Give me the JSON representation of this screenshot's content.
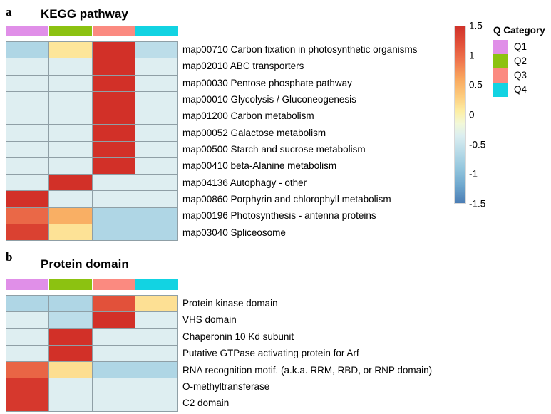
{
  "figure": {
    "panels": [
      {
        "letter": "a",
        "title": "KEGG pathway",
        "columns": [
          "Q1",
          "Q2",
          "Q3",
          "Q4"
        ],
        "rows": [
          {
            "label": "map00710 Carbon fixation in photosynthetic organisms",
            "values": [
              -0.85,
              0.35,
              1.45,
              -0.8
            ]
          },
          {
            "label": "map02010 ABC transporters",
            "values": [
              -0.45,
              -0.45,
              1.45,
              -0.45
            ]
          },
          {
            "label": "map00030 Pentose phosphate pathway",
            "values": [
              -0.45,
              -0.45,
              1.45,
              -0.45
            ]
          },
          {
            "label": "map00010 Glycolysis / Gluconeogenesis",
            "values": [
              -0.45,
              -0.45,
              1.45,
              -0.45
            ]
          },
          {
            "label": "map01200 Carbon metabolism",
            "values": [
              -0.45,
              -0.45,
              1.45,
              -0.45
            ]
          },
          {
            "label": "map00052 Galactose metabolism",
            "values": [
              -0.45,
              -0.45,
              1.45,
              -0.45
            ]
          },
          {
            "label": "map00500 Starch and sucrose metabolism",
            "values": [
              -0.45,
              -0.45,
              1.45,
              -0.45
            ]
          },
          {
            "label": "map00410 beta-Alanine metabolism",
            "values": [
              -0.45,
              -0.45,
              1.45,
              -0.45
            ]
          },
          {
            "label": "map04136 Autophagy - other",
            "values": [
              -0.45,
              1.45,
              -0.45,
              -0.45
            ]
          },
          {
            "label": "map00860 Porphyrin and chlorophyll metabolism",
            "values": [
              1.45,
              -0.45,
              -0.45,
              -0.45
            ]
          },
          {
            "label": "map00196 Photosynthesis - antenna proteins",
            "values": [
              1.1,
              0.72,
              -0.85,
              -0.85
            ]
          },
          {
            "label": "map03040 Spliceosome",
            "values": [
              1.35,
              0.4,
              -0.85,
              -0.85
            ]
          }
        ]
      },
      {
        "letter": "b",
        "title": "Protein domain",
        "columns": [
          "Q1",
          "Q2",
          "Q3",
          "Q4"
        ],
        "rows": [
          {
            "label": "Protein kinase domain",
            "values": [
              -0.85,
              -0.85,
              1.25,
              0.42
            ]
          },
          {
            "label": "VHS domain",
            "values": [
              -0.45,
              -0.8,
              1.45,
              -0.45
            ]
          },
          {
            "label": "Chaperonin 10 Kd subunit",
            "values": [
              -0.45,
              1.45,
              -0.45,
              -0.45
            ]
          },
          {
            "label": "Putative GTPase activating protein for Arf",
            "values": [
              -0.45,
              1.45,
              -0.45,
              -0.45
            ]
          },
          {
            "label": "RNA recognition motif. (a.k.a. RRM, RBD, or RNP domain)",
            "values": [
              1.12,
              0.45,
              -0.85,
              -0.85
            ]
          },
          {
            "label": "O-methyltransferase",
            "values": [
              1.4,
              -0.45,
              -0.45,
              -0.45
            ]
          },
          {
            "label": "C2 domain",
            "values": [
              1.4,
              -0.45,
              -0.45,
              -0.45
            ]
          }
        ]
      }
    ]
  },
  "colorbar": {
    "min": -1.5,
    "max": 1.5,
    "ticks": [
      "1.5",
      "1",
      "0.5",
      "0",
      "-0.5",
      "-1",
      "-1.5"
    ],
    "tick_values": [
      1.5,
      1,
      0.5,
      0,
      -0.5,
      -1,
      -1.5
    ]
  },
  "category_legend": {
    "title": "Q Category",
    "items": [
      {
        "label": "Q1",
        "color": "#e08fe8"
      },
      {
        "label": "Q2",
        "color": "#8cc211"
      },
      {
        "label": "Q3",
        "color": "#fa8униц"
      },
      {
        "label": "Q4",
        "color": "#10d2e0"
      }
    ]
  },
  "palette": {
    "q1": "#e08fe8",
    "q2": "#8cc211",
    "q3": "#fb8a80",
    "q4": "#12d3e2",
    "grid_line": "#8f9fa6"
  },
  "chart_data": {
    "type": "heatmap",
    "title": "KEGG pathway and Protein domain enrichment heatmaps",
    "xlabel": "",
    "ylabel": "",
    "categories": [
      "Q1",
      "Q2",
      "Q3",
      "Q4"
    ],
    "zlim": [
      -1.5,
      1.5
    ],
    "colormap": "RdYlBu reversed",
    "legend_position": "right",
    "grid": true,
    "panels": [
      {
        "name": "KEGG pathway",
        "y": [
          "map00710 Carbon fixation in photosynthetic organisms",
          "map02010 ABC transporters",
          "map00030 Pentose phosphate pathway",
          "map00010 Glycolysis / Gluconeogenesis",
          "map01200 Carbon metabolism",
          "map00052 Galactose metabolism",
          "map00500 Starch and sucrose metabolism",
          "map00410 beta-Alanine metabolism",
          "map04136 Autophagy - other",
          "map00860 Porphyrin and chlorophyll metabolism",
          "map00196 Photosynthesis - antenna proteins",
          "map03040 Spliceosome"
        ],
        "z": [
          [
            -0.85,
            0.35,
            1.45,
            -0.8
          ],
          [
            -0.45,
            -0.45,
            1.45,
            -0.45
          ],
          [
            -0.45,
            -0.45,
            1.45,
            -0.45
          ],
          [
            -0.45,
            -0.45,
            1.45,
            -0.45
          ],
          [
            -0.45,
            -0.45,
            1.45,
            -0.45
          ],
          [
            -0.45,
            -0.45,
            1.45,
            -0.45
          ],
          [
            -0.45,
            -0.45,
            1.45,
            -0.45
          ],
          [
            -0.45,
            -0.45,
            1.45,
            -0.45
          ],
          [
            -0.45,
            1.45,
            -0.45,
            -0.45
          ],
          [
            1.45,
            -0.45,
            -0.45,
            -0.45
          ],
          [
            1.1,
            0.72,
            -0.85,
            -0.85
          ],
          [
            1.35,
            0.4,
            -0.85,
            -0.85
          ]
        ]
      },
      {
        "name": "Protein domain",
        "y": [
          "Protein kinase domain",
          "VHS domain",
          "Chaperonin 10 Kd subunit",
          "Putative GTPase activating protein for Arf",
          "RNA recognition motif. (a.k.a. RRM, RBD, or RNP domain)",
          "O-methyltransferase",
          "C2 domain"
        ],
        "z": [
          [
            -0.85,
            -0.85,
            1.25,
            0.42
          ],
          [
            -0.45,
            -0.8,
            1.45,
            -0.45
          ],
          [
            -0.45,
            1.45,
            -0.45,
            -0.45
          ],
          [
            -0.45,
            1.45,
            -0.45,
            -0.45
          ],
          [
            1.12,
            0.45,
            -0.85,
            -0.85
          ],
          [
            1.4,
            -0.45,
            -0.45,
            -0.45
          ],
          [
            1.4,
            -0.45,
            -0.45,
            -0.45
          ]
        ]
      }
    ]
  }
}
